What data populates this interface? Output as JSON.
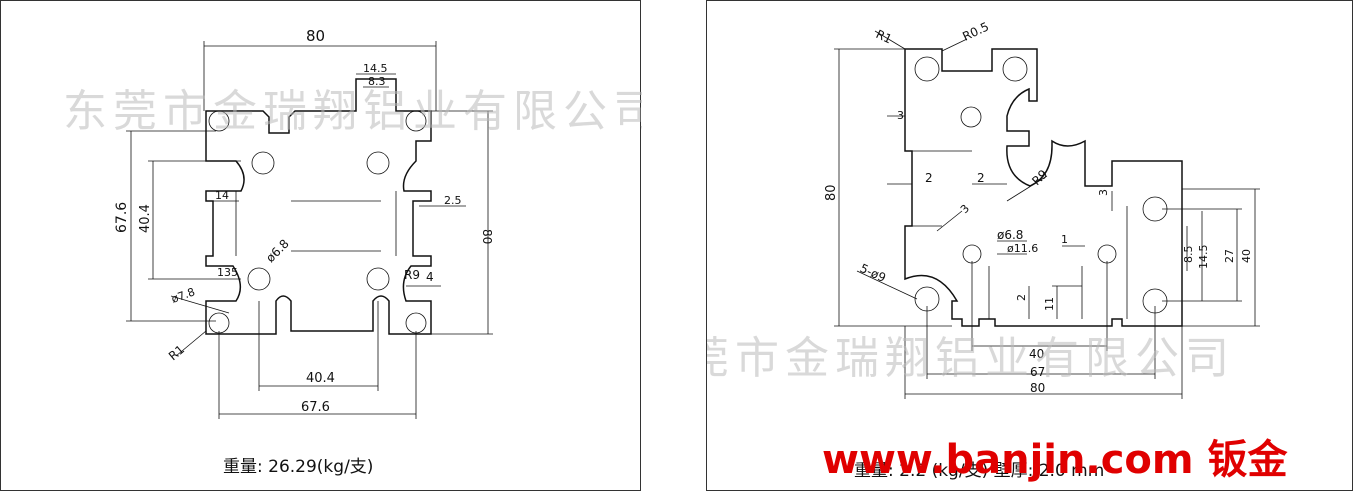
{
  "left_drawing": {
    "dims": {
      "width_top": "80",
      "slot_outer": "14.5",
      "slot_inner": "8.3",
      "height_left": "67.6",
      "inner_left": "40.4",
      "right_height": "80",
      "wall_14": "14",
      "wall_25": "2.5",
      "angle": "135",
      "bore": "ø6.8",
      "radius_r9": "R9",
      "wall_4": "4",
      "bore2": "ø7.8",
      "radius_r1": "R1",
      "bottom_inner": "40.4",
      "bottom_outer": "67.6"
    },
    "caption": "重量: 26.29(kg/支)"
  },
  "right_drawing": {
    "dims": {
      "r1": "R1",
      "r05": "R0.5",
      "height_80": "80",
      "wall_3a": "3",
      "wall_2a": "2",
      "wall_2b": "2",
      "r9": "R9",
      "wall_3b": "3",
      "wall_3c": "3",
      "bore_68": "ø6.8",
      "bore_116": "ø11.6",
      "wall_1": "1",
      "holes": "5-ø9",
      "wall_2c": "2",
      "d_11": "11",
      "d_85": "8.5",
      "d_145": "14.5",
      "d_27": "27",
      "d_40r": "40",
      "bottom_40": "40",
      "bottom_67": "67",
      "bottom_80": "80"
    },
    "caption": "重量: 2.2 (kg/支) 壁厚: 2.0 mm"
  },
  "watermarks": {
    "company_1": "东莞市金瑞翔铝业有限公司",
    "company_2": "东莞市金瑞翔铝业有限公司"
  },
  "brand": "www.banjin.com 钣金"
}
